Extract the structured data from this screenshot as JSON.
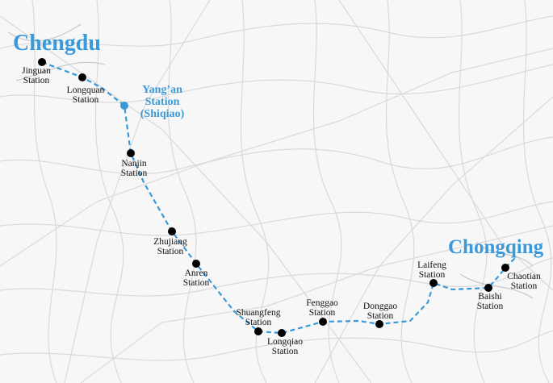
{
  "cities": {
    "chengdu": "Chengdu",
    "chongqing": "Chongqing"
  },
  "highlight_station": {
    "line1": "Yang’an",
    "line2": "Station",
    "line3": "(Shiqiao)"
  },
  "stations": {
    "jinguan": {
      "name": "Jinguan",
      "suffix": "Station"
    },
    "longquan": {
      "name": "Longquan",
      "suffix": "Station"
    },
    "nanjin": {
      "name": "Nanjin",
      "suffix": "Station"
    },
    "zhujiang": {
      "name": "Zhujiang",
      "suffix": "Station"
    },
    "anren": {
      "name": "Anren",
      "suffix": "Station"
    },
    "shuangfeng": {
      "name": "Shuangfeng",
      "suffix": "Station"
    },
    "longqiao": {
      "name": "Longqiao",
      "suffix": "Station"
    },
    "fenggao": {
      "name": "Fenggao",
      "suffix": "Station"
    },
    "donggao": {
      "name": "Donggao",
      "suffix": "Station"
    },
    "laifeng": {
      "name": "Laifeng",
      "suffix": "Station"
    },
    "baishi": {
      "name": "Baishi",
      "suffix": "Station"
    },
    "chaotian": {
      "name": "Chaotian",
      "suffix": "Station"
    }
  },
  "colors": {
    "route": "#3a9ad9",
    "city_label": "#3a9ad9",
    "station_dot": "#000000",
    "highlight_dot": "#3a9ad9",
    "road": "#d9d9d9",
    "background": "#f7f7f7"
  }
}
